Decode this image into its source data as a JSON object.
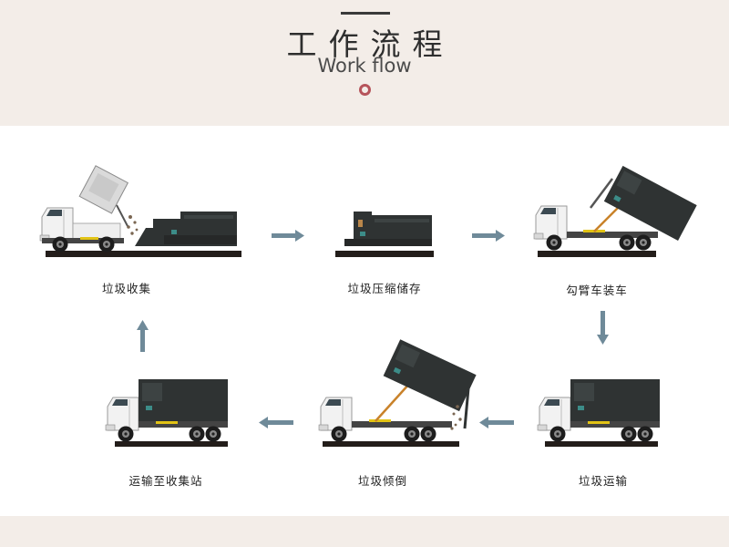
{
  "header": {
    "title_zh": "工作流程",
    "title_en": "Work flow"
  },
  "colors": {
    "accent": "#b6545b",
    "arrow": "#6f8a99",
    "body_dark": "#2f3333",
    "cab_white": "#f2f2f2",
    "ground": "#231d1a"
  },
  "steps": [
    {
      "label": "垃圾收集"
    },
    {
      "label": "垃圾压缩储存"
    },
    {
      "label": "勾臂车装车"
    },
    {
      "label": "垃圾运输"
    },
    {
      "label": "垃圾倾倒"
    },
    {
      "label": "运输至收集站"
    }
  ]
}
